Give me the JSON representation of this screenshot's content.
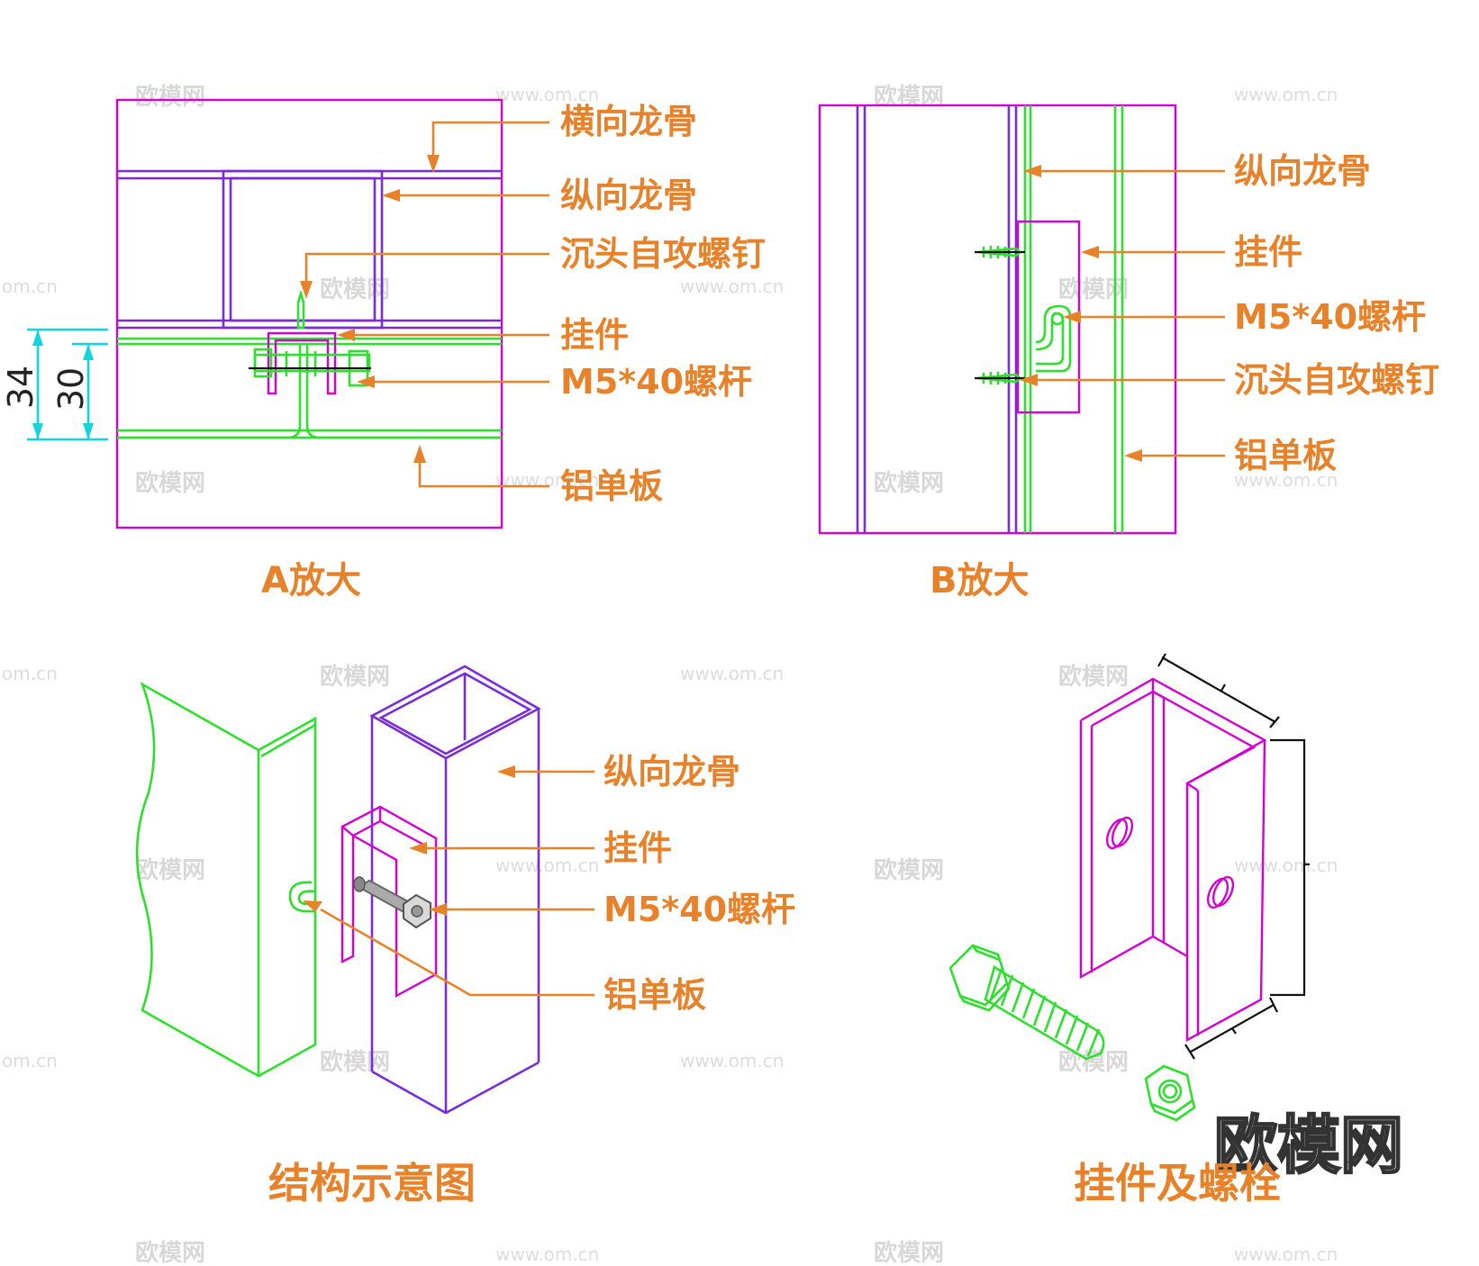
{
  "watermark": {
    "logo": "欧模网",
    "site": "www.om.cn",
    "short": "om.cn"
  },
  "panel_a": {
    "caption": "A放大",
    "labels": [
      "横向龙骨",
      "纵向龙骨",
      "沉头自攻螺钉",
      "挂件",
      "M5*40螺杆",
      "铝单板"
    ],
    "dimensions": [
      "34",
      "30"
    ]
  },
  "panel_b": {
    "caption": "B放大",
    "labels": [
      "纵向龙骨",
      "挂件",
      "M5*40螺杆",
      "沉头自攻螺钉",
      "铝单板"
    ]
  },
  "panel_c": {
    "caption": "结构示意图",
    "labels": [
      "纵向龙骨",
      "挂件",
      "M5*40螺杆",
      "铝单板"
    ]
  },
  "panel_d": {
    "caption": "挂件及螺栓"
  },
  "colors": {
    "label": "#e8822a",
    "magenta": "#d400d4",
    "purple": "#7a2cd8",
    "green": "#2de02d",
    "dimension": "#11d4e0"
  }
}
